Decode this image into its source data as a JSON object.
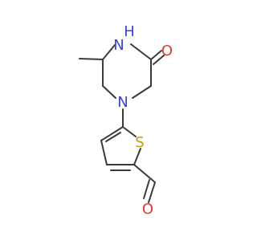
{
  "colors": {
    "bond": "#3a3a3a",
    "nitrogen": "#3a44d6",
    "oxygen": "#e03a30",
    "sulfur": "#b8a400"
  },
  "molecule": {
    "atoms": {
      "nh": "N",
      "h": "H",
      "o_ketone": "O",
      "n_ring": "N",
      "s": "S",
      "o_aldehyde": "O"
    }
  }
}
